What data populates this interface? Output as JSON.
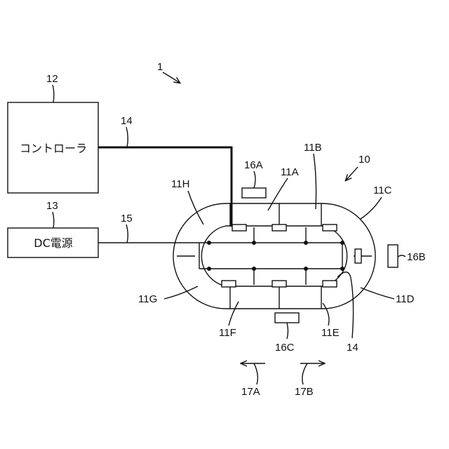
{
  "figure": {
    "system_ref": "1",
    "controller": {
      "ref": "12",
      "label": "コントローラ"
    },
    "power": {
      "ref": "13",
      "label": "DC電源"
    },
    "wires": {
      "signal": "14",
      "signal_lower": "14",
      "power": "15"
    },
    "device_ref": "10",
    "segments": {
      "a": "11A",
      "b": "11B",
      "c": "11C",
      "d": "11D",
      "e": "11E",
      "f": "11F",
      "g": "11G",
      "h": "11H"
    },
    "sensors": {
      "a": "16A",
      "b": "16B",
      "c": "16C"
    },
    "directions": {
      "left": "17A",
      "right": "17B"
    }
  }
}
